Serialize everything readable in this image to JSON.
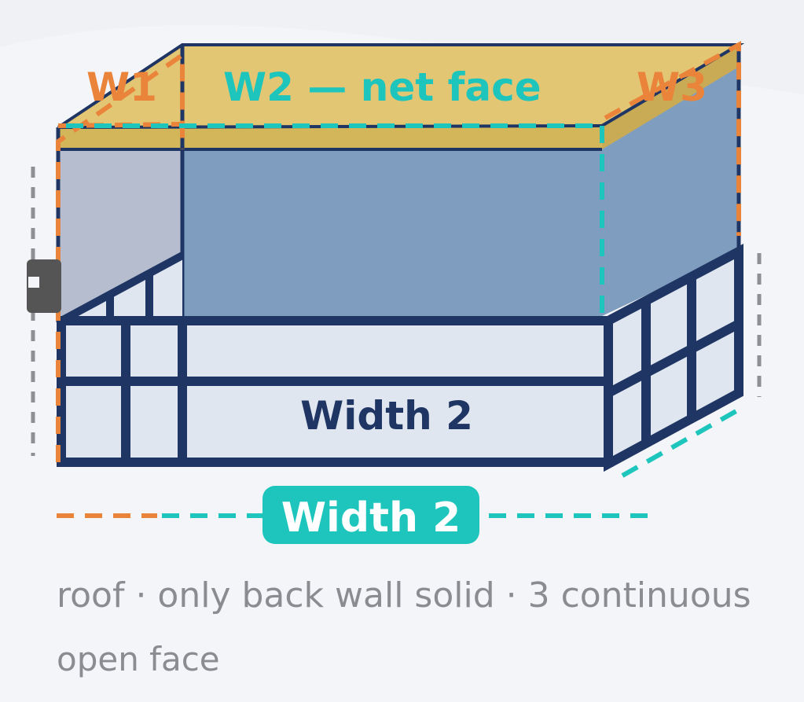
{
  "diagram": {
    "labels": {
      "w1": "W1",
      "w2": "W2 — net face",
      "w3": "W3",
      "center": "Width 2",
      "pill": "Width 2"
    },
    "caption": {
      "line1": "roof · only back wall solid · 3 continuous",
      "line2": "open face"
    },
    "colors": {
      "roof": "#e2c673",
      "back_wall": "#7f9ebf",
      "frame": "#1f3563",
      "glass": "#dfe6ef",
      "orange": "#e9843a",
      "teal": "#1ec5bc",
      "caption": "#8a8c92",
      "gray_guide": "#8d8f94"
    }
  }
}
